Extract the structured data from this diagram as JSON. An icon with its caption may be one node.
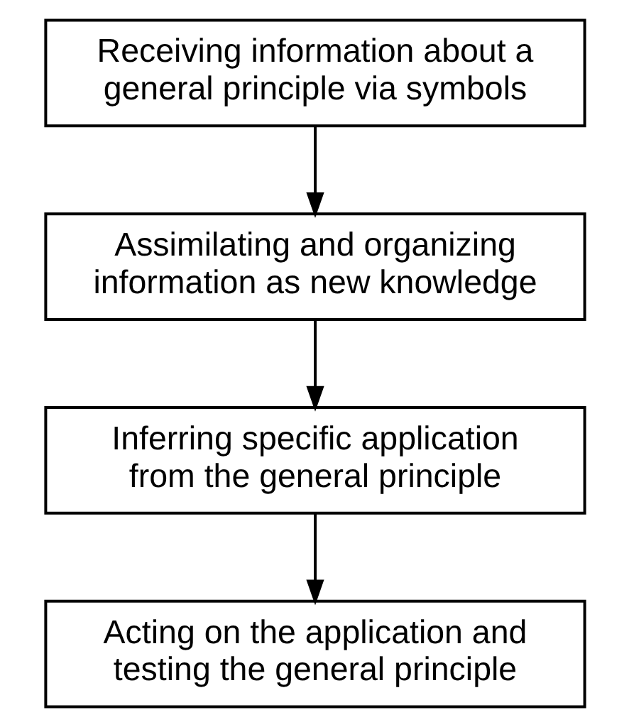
{
  "diagram": {
    "nodes": [
      {
        "text": [
          "Receiving information about a general principle via symbols"
        ]
      },
      {
        "text": [
          "Assimilating and organizing information as new knowledge"
        ]
      },
      {
        "text": [
          "Inferring specific application from the general principle"
        ]
      },
      {
        "text": [
          "Acting on the application and testing the general principle"
        ]
      }
    ],
    "edges": [
      {
        "from": 0,
        "to": 1,
        "arrow": "to"
      },
      {
        "from": 1,
        "to": 2,
        "arrow": "to"
      },
      {
        "from": 2,
        "to": 3,
        "arrow": "to"
      }
    ]
  }
}
